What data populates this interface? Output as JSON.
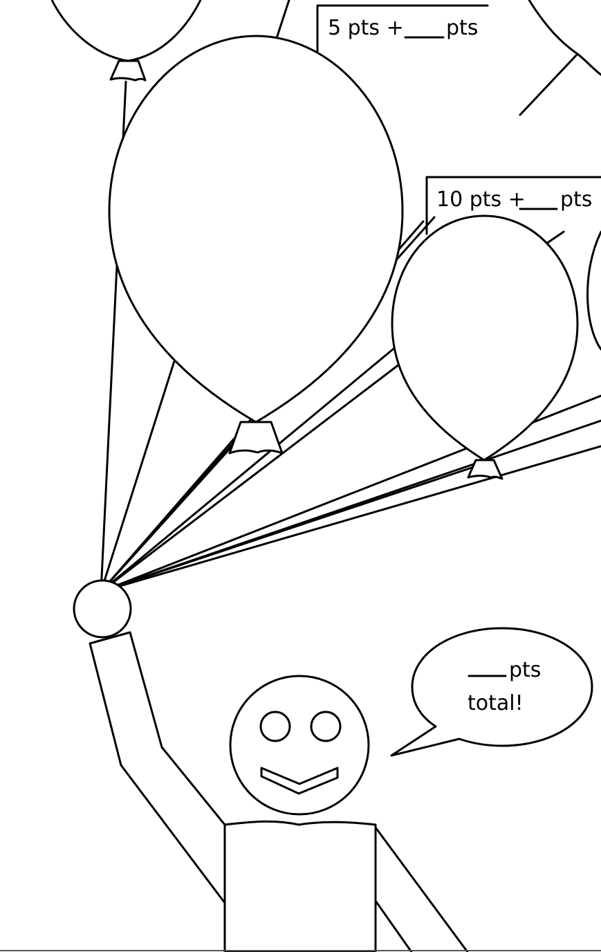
{
  "worksheet": {
    "label_top": {
      "given": "5 pts +",
      "unit": "pts"
    },
    "label_middle": {
      "given": "10 pts +",
      "unit": "pts"
    },
    "speech_bubble": {
      "unit": "pts",
      "word": "total!"
    },
    "colors": {
      "ink": "#000000",
      "paper": "#ffffff"
    }
  }
}
